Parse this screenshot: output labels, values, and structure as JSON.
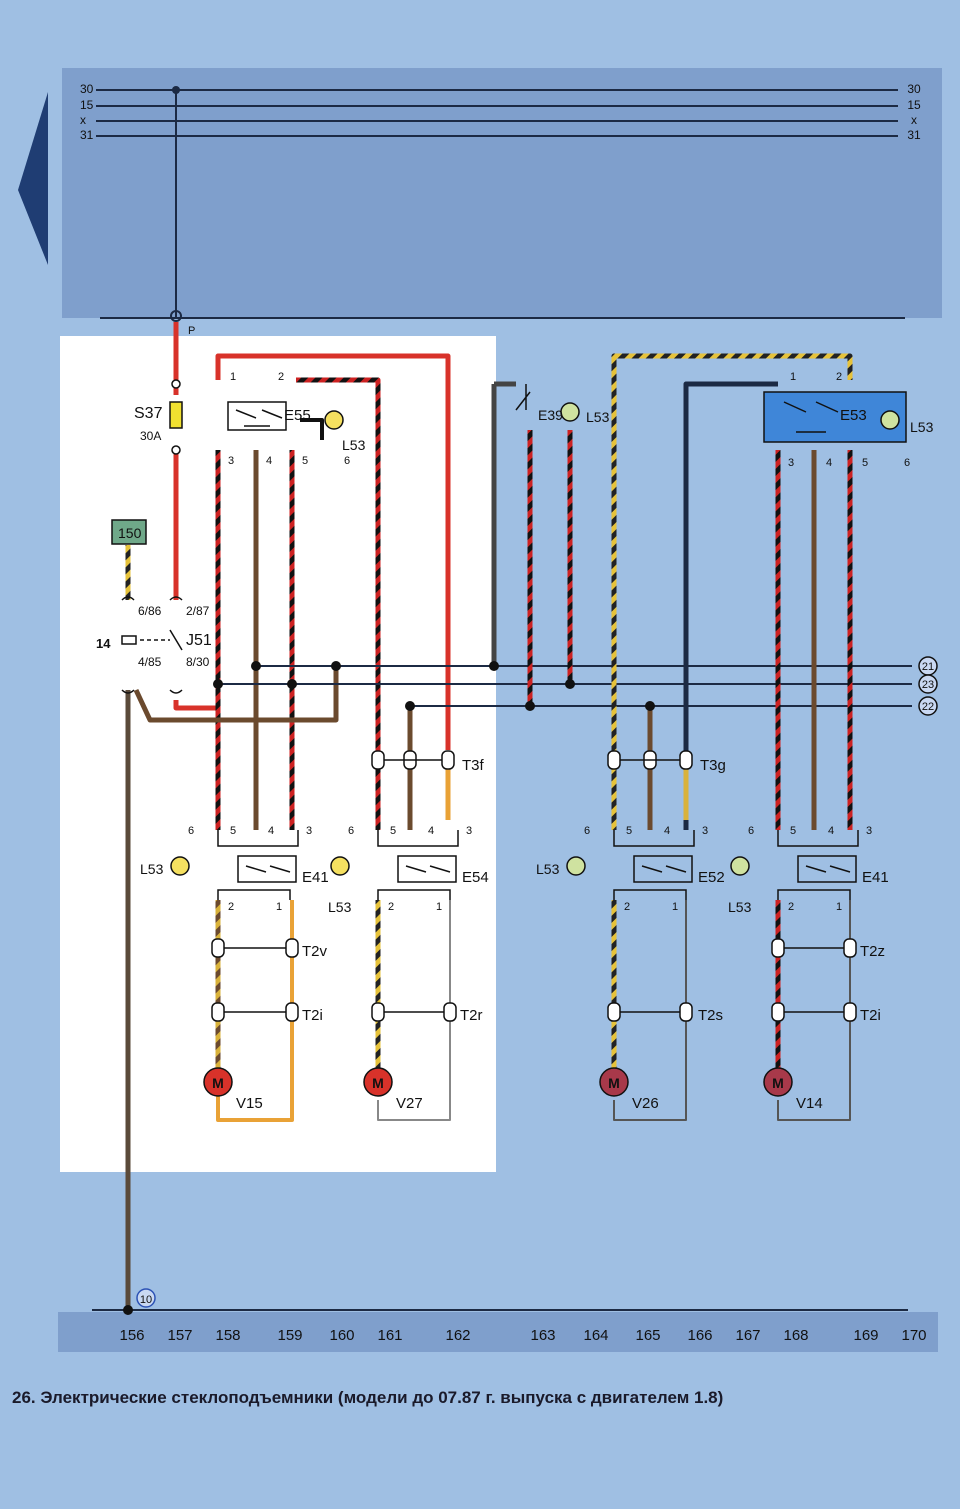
{
  "rails": {
    "left": [
      "30",
      "15",
      "x",
      "31"
    ],
    "right": [
      "30",
      "15",
      "x",
      "31"
    ],
    "point_label": "P"
  },
  "fuse": {
    "name": "S37",
    "rating": "30A"
  },
  "relay": {
    "name": "J51",
    "terminal_box": "150",
    "pin_label": "14",
    "pins": [
      "6/86",
      "2/87",
      "4/85",
      "8/30"
    ]
  },
  "switches": {
    "top_left": {
      "name": "E55",
      "lamp": "L53"
    },
    "top_mid": {
      "name": "E39",
      "lamp": "L53"
    },
    "top_right": {
      "name": "E53",
      "lamp": "L53"
    },
    "bottom": [
      {
        "name": "E41",
        "lamp": "L53"
      },
      {
        "name": "E54",
        "lamp": "L53"
      },
      {
        "name": "E52",
        "lamp": "L53"
      },
      {
        "name": "E41",
        "lamp": "L53"
      }
    ],
    "pin_numbers": [
      "1",
      "2",
      "3",
      "4",
      "5",
      "6"
    ]
  },
  "connectors": [
    "T3f",
    "T3g",
    "T2v",
    "T2i",
    "T2r",
    "T2s",
    "T2z",
    "T2i"
  ],
  "motors": {
    "symbol": "M",
    "names": [
      "V15",
      "V27",
      "V26",
      "V14"
    ]
  },
  "wire_refs": [
    "21",
    "23",
    "22"
  ],
  "ground_ref": "10",
  "coordinates": [
    "156",
    "157",
    "158",
    "159",
    "160",
    "161",
    "162",
    "163",
    "164",
    "165",
    "166",
    "167",
    "168",
    "169",
    "170"
  ],
  "caption": "26. Электрические стеклоподъемники (модели до 07.87 г. выпуска с двигателем 1.8)"
}
